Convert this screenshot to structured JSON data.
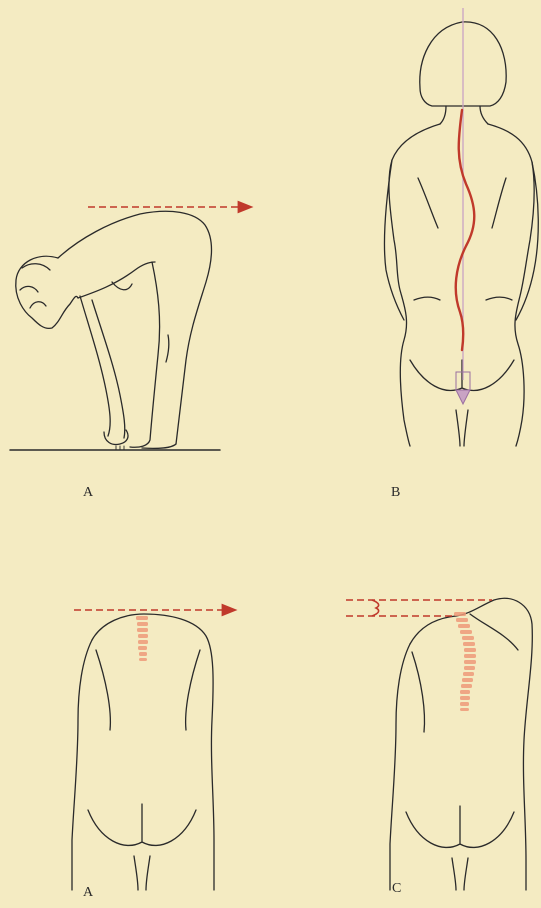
{
  "labels": {
    "a_top": "A",
    "b": "B",
    "a_bottom": "A",
    "c": "C"
  },
  "colors": {
    "background": "#f4ebc2",
    "line": "#2a2a2a",
    "accent": "#c0392b",
    "vertebrae": "#ef9a7a",
    "plumb_line": "#c9a3c4"
  }
}
